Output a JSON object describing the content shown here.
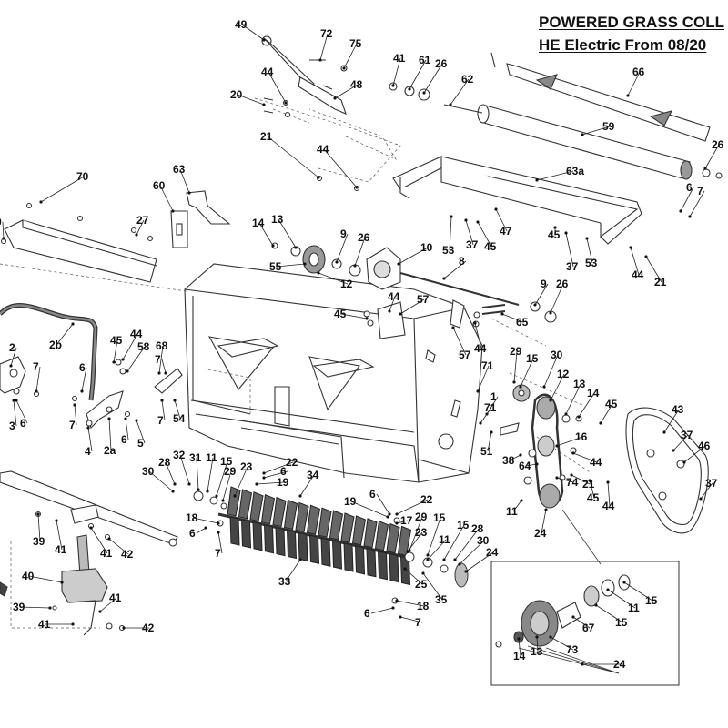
{
  "header": {
    "title_line1": "POWERED GRASS COLL",
    "title_line2": "HE Electric From 08/20"
  },
  "callouts": [
    {
      "id": "c49",
      "text": "49"
    },
    {
      "id": "c72",
      "text": "72"
    },
    {
      "id": "c75",
      "text": "75"
    },
    {
      "id": "c41a",
      "text": "41"
    },
    {
      "id": "c61",
      "text": "61"
    },
    {
      "id": "c26a",
      "text": "26"
    },
    {
      "id": "c62",
      "text": "62"
    },
    {
      "id": "c66",
      "text": "66"
    },
    {
      "id": "c44a",
      "text": "44"
    },
    {
      "id": "c48",
      "text": "48"
    },
    {
      "id": "c20",
      "text": "20"
    },
    {
      "id": "c59",
      "text": "59"
    },
    {
      "id": "c26b",
      "text": "26"
    },
    {
      "id": "c21a",
      "text": "21"
    },
    {
      "id": "c44b",
      "text": "44"
    },
    {
      "id": "c63a",
      "text": "63a"
    },
    {
      "id": "c70",
      "text": "70"
    },
    {
      "id": "c63",
      "text": "63"
    },
    {
      "id": "c60",
      "text": "60"
    },
    {
      "id": "c27",
      "text": "27"
    },
    {
      "id": "c6a",
      "text": "6"
    },
    {
      "id": "c7a",
      "text": "7"
    },
    {
      "id": "c9a",
      "text": "9"
    },
    {
      "id": "c14a",
      "text": "14"
    },
    {
      "id": "c13a",
      "text": "13"
    },
    {
      "id": "c9b",
      "text": "9"
    },
    {
      "id": "c26c",
      "text": "26"
    },
    {
      "id": "c10",
      "text": "10"
    },
    {
      "id": "c53a",
      "text": "53"
    },
    {
      "id": "c37a",
      "text": "37"
    },
    {
      "id": "c45a",
      "text": "45"
    },
    {
      "id": "c47",
      "text": "47"
    },
    {
      "id": "c45b",
      "text": "45"
    },
    {
      "id": "c37b",
      "text": "37"
    },
    {
      "id": "c53b",
      "text": "53"
    },
    {
      "id": "c44c",
      "text": "44"
    },
    {
      "id": "c21b",
      "text": "21"
    },
    {
      "id": "c55",
      "text": "55"
    },
    {
      "id": "c12a",
      "text": "12"
    },
    {
      "id": "c8",
      "text": "8"
    },
    {
      "id": "c9c",
      "text": "9"
    },
    {
      "id": "c26d",
      "text": "26"
    },
    {
      "id": "c44d",
      "text": "44"
    },
    {
      "id": "c57a",
      "text": "57"
    },
    {
      "id": "c45c",
      "text": "45"
    },
    {
      "id": "c65",
      "text": "65"
    },
    {
      "id": "c2",
      "text": "2"
    },
    {
      "id": "c2b",
      "text": "2b"
    },
    {
      "id": "c45d",
      "text": "45"
    },
    {
      "id": "c44e",
      "text": "44"
    },
    {
      "id": "c58",
      "text": "58"
    },
    {
      "id": "c68",
      "text": "68"
    },
    {
      "id": "c44f",
      "text": "44"
    },
    {
      "id": "c57b",
      "text": "57"
    },
    {
      "id": "c7b",
      "text": "7"
    },
    {
      "id": "c6b",
      "text": "6"
    },
    {
      "id": "c7c",
      "text": "7"
    },
    {
      "id": "c3",
      "text": "3"
    },
    {
      "id": "c6c",
      "text": "6"
    },
    {
      "id": "c7d",
      "text": "7"
    },
    {
      "id": "c4",
      "text": "4"
    },
    {
      "id": "c2a",
      "text": "2a"
    },
    {
      "id": "c6d",
      "text": "6"
    },
    {
      "id": "c5",
      "text": "5"
    },
    {
      "id": "c7e",
      "text": "7"
    },
    {
      "id": "c54",
      "text": "54"
    },
    {
      "id": "c29a",
      "text": "29"
    },
    {
      "id": "c15a",
      "text": "15"
    },
    {
      "id": "c30a",
      "text": "30"
    },
    {
      "id": "c71a",
      "text": "71"
    },
    {
      "id": "c12b",
      "text": "12"
    },
    {
      "id": "c13b",
      "text": "13"
    },
    {
      "id": "c14b",
      "text": "14"
    },
    {
      "id": "c1",
      "text": "1"
    },
    {
      "id": "c71b",
      "text": "71"
    },
    {
      "id": "c45e",
      "text": "45"
    },
    {
      "id": "c43",
      "text": "43"
    },
    {
      "id": "c16",
      "text": "16"
    },
    {
      "id": "c37c",
      "text": "37"
    },
    {
      "id": "c51",
      "text": "51"
    },
    {
      "id": "c38",
      "text": "38"
    },
    {
      "id": "c44g",
      "text": "44"
    },
    {
      "id": "c46",
      "text": "46"
    },
    {
      "id": "c64",
      "text": "64"
    },
    {
      "id": "c74",
      "text": "74"
    },
    {
      "id": "c21c",
      "text": "21"
    },
    {
      "id": "c45f",
      "text": "45"
    },
    {
      "id": "c44h",
      "text": "44"
    },
    {
      "id": "c37d",
      "text": "37"
    },
    {
      "id": "c28a",
      "text": "28"
    },
    {
      "id": "c32",
      "text": "32"
    },
    {
      "id": "c31",
      "text": "31"
    },
    {
      "id": "c11a",
      "text": "11"
    },
    {
      "id": "c15b",
      "text": "15"
    },
    {
      "id": "c23a",
      "text": "23"
    },
    {
      "id": "c22a",
      "text": "22"
    },
    {
      "id": "c30b",
      "text": "30"
    },
    {
      "id": "c29b",
      "text": "29"
    },
    {
      "id": "c6e",
      "text": "6"
    },
    {
      "id": "c19a",
      "text": "19"
    },
    {
      "id": "c34",
      "text": "34"
    },
    {
      "id": "c11b",
      "text": "11"
    },
    {
      "id": "c24a",
      "text": "24"
    },
    {
      "id": "c6f",
      "text": "6"
    },
    {
      "id": "c22b",
      "text": "22"
    },
    {
      "id": "c19b",
      "text": "19"
    },
    {
      "id": "c17",
      "text": "17"
    },
    {
      "id": "c18a",
      "text": "18"
    },
    {
      "id": "c6g",
      "text": "6"
    },
    {
      "id": "c7f",
      "text": "7"
    },
    {
      "id": "c29c",
      "text": "29"
    },
    {
      "id": "c15c",
      "text": "15"
    },
    {
      "id": "c15d",
      "text": "15"
    },
    {
      "id": "c23b",
      "text": "23"
    },
    {
      "id": "c11c",
      "text": "11"
    },
    {
      "id": "c28b",
      "text": "28"
    },
    {
      "id": "c30c",
      "text": "30"
    },
    {
      "id": "c24b",
      "text": "24"
    },
    {
      "id": "c33",
      "text": "33"
    },
    {
      "id": "c25",
      "text": "25"
    },
    {
      "id": "c35",
      "text": "35"
    },
    {
      "id": "c18b",
      "text": "18"
    },
    {
      "id": "c6h",
      "text": "6"
    },
    {
      "id": "c7g",
      "text": "7"
    },
    {
      "id": "c39a",
      "text": "39"
    },
    {
      "id": "c41b",
      "text": "41"
    },
    {
      "id": "c41c",
      "text": "41"
    },
    {
      "id": "c42a",
      "text": "42"
    },
    {
      "id": "c40",
      "text": "40"
    },
    {
      "id": "c41d",
      "text": "41"
    },
    {
      "id": "c39b",
      "text": "39"
    },
    {
      "id": "c41e",
      "text": "41"
    },
    {
      "id": "c42b",
      "text": "42"
    },
    {
      "id": "c15e",
      "text": "15"
    },
    {
      "id": "c11d",
      "text": "11"
    },
    {
      "id": "c67",
      "text": "67"
    },
    {
      "id": "c15f",
      "text": "15"
    },
    {
      "id": "c14c",
      "text": "14"
    },
    {
      "id": "c13c",
      "text": "13"
    },
    {
      "id": "c73",
      "text": "73"
    },
    {
      "id": "c24c",
      "text": "24"
    }
  ]
}
